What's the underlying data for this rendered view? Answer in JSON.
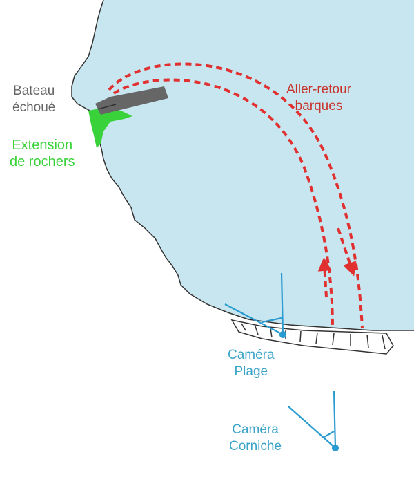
{
  "colors": {
    "sea": "#c8e6f0",
    "coast_line": "#333333",
    "boat": "#666666",
    "rocks": "#3ad23a",
    "route": "#e03030",
    "camera": "#2a9bd0",
    "boat_label": "#666666",
    "rocks_label": "#3ad23a",
    "route_label": "#c8342c",
    "camera_label": "#3aa3c8"
  },
  "labels": {
    "boat": [
      "Bateau",
      "échoué"
    ],
    "rocks": [
      "Extension",
      "de rochers"
    ],
    "route": [
      "Aller-retour",
      "barques"
    ],
    "camera_beach": [
      "Caméra",
      "Plage"
    ],
    "camera_corniche": [
      "Caméra",
      "Corniche"
    ]
  },
  "icons": {
    "boat": "wrecked-boat-icon",
    "rocks": "rock-extension-icon",
    "camera_beach": "camera-field-of-view-icon",
    "camera_corniche": "camera-field-of-view-icon"
  }
}
